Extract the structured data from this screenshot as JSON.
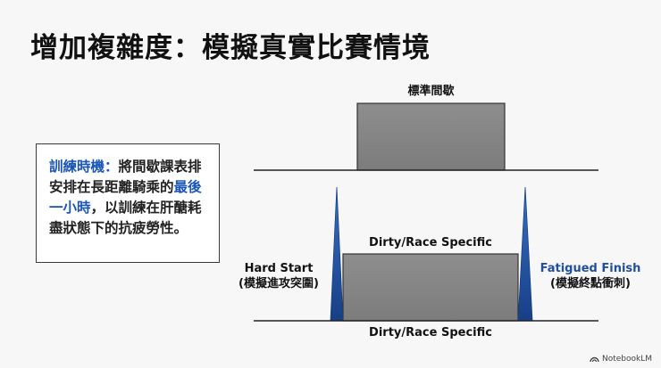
{
  "title": "增加複雜度：模擬真實比賽情境",
  "callout": {
    "lead": "訓練時機：",
    "text_1": "將間歇課表排安排在長距離騎乘的",
    "emphasis": "最後一小時",
    "text_2": "，以訓練在肝醣耗盡狀態下的抗疲勞性。"
  },
  "diagram": {
    "top_block_label": "標準間歇",
    "middle_block_label": "Dirty/Race Specific",
    "bottom_label": "Dirty/Race Specific",
    "hard_start": {
      "label": "Hard Start",
      "sub": "(模擬進攻突圍)"
    },
    "fatigued_finish": {
      "label": "Fatigued Finish",
      "sub": "(模擬終點衝刺)"
    },
    "colors": {
      "block": "#878787",
      "spike": "#1f4f9e",
      "accent_text": "#1a56b8"
    }
  },
  "brand": "NotebookLM"
}
